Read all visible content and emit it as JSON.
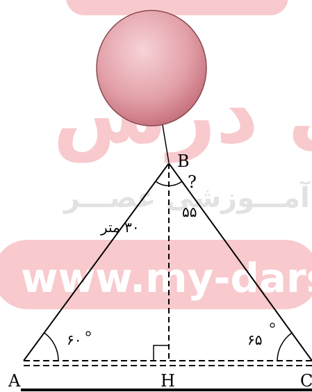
{
  "watermark": {
    "brand_text": "ی درس",
    "slogan": "وه آمـــوزشی عصـــر",
    "url": "www.my-dars",
    "color": "#e8434f"
  },
  "figure": {
    "balloon_color": "#e8a3ab",
    "labels": {
      "A": "A",
      "B": "B",
      "C": "C",
      "H": "H",
      "question": "?",
      "side_length": "۳۰ متر",
      "angle_A": "۶۰",
      "angle_C": "۶۵",
      "angle_B_part": "۵۵"
    }
  }
}
